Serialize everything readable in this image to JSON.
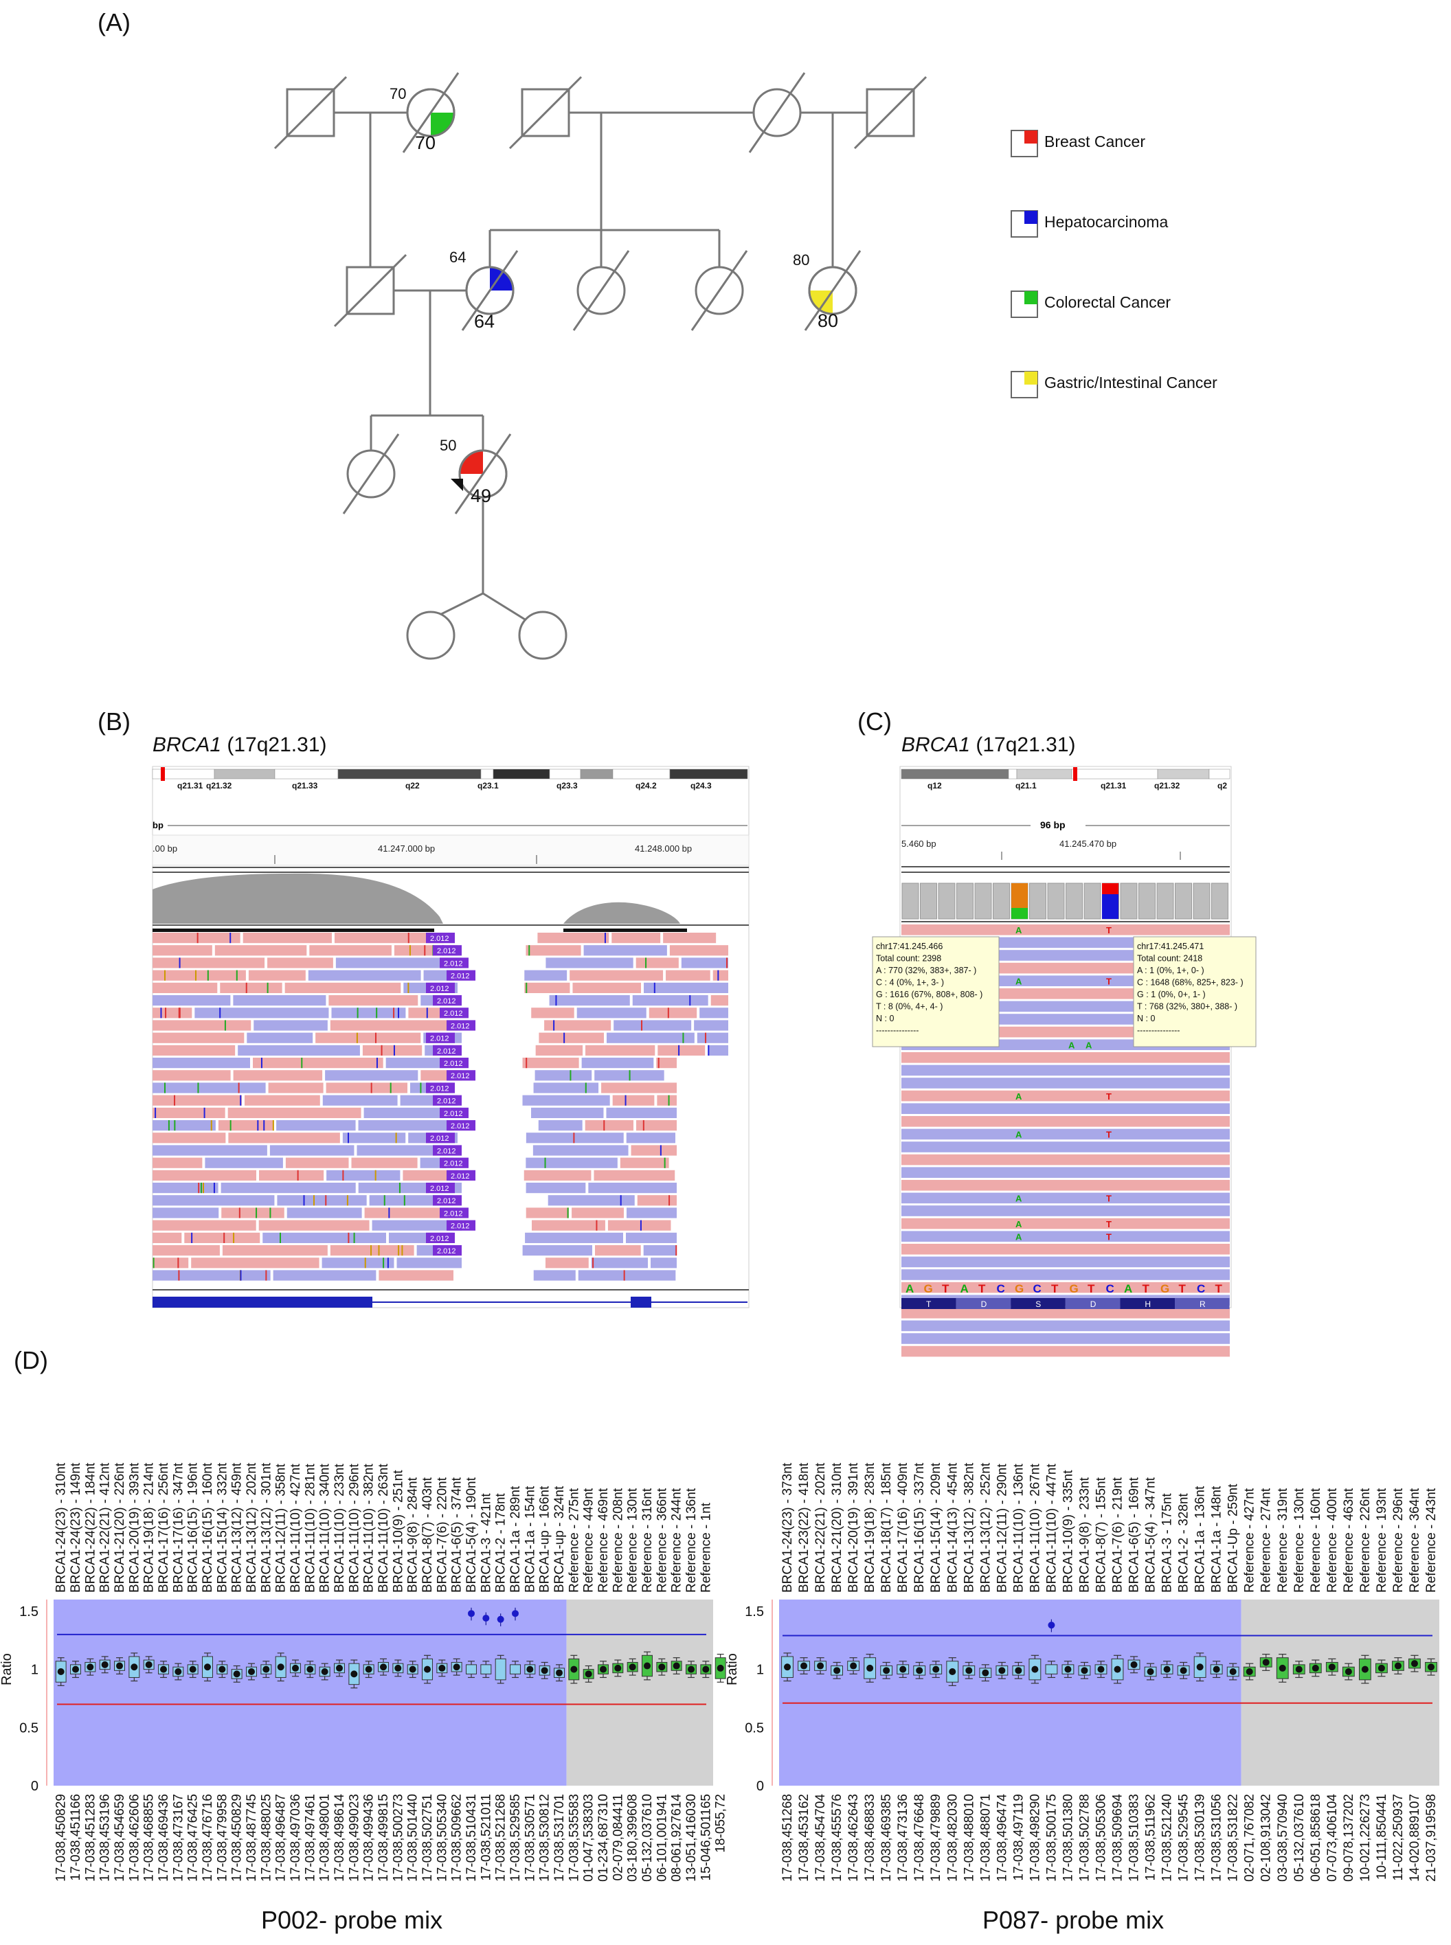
{
  "panels": {
    "a": "(A)",
    "b": "(B)",
    "c": "(C)",
    "d": "(D)"
  },
  "pedigree": {
    "ages": {
      "gm_upper": "70",
      "gm_lower": "70",
      "mother_upper": "64",
      "mother_lower": "64",
      "aunt_upper": "80",
      "aunt_lower": "80",
      "proband_upper": "50",
      "proband_lower": "49"
    }
  },
  "legend": [
    {
      "label": "Breast Cancer",
      "color": "#e8231a"
    },
    {
      "label": "Hepatocarcinoma",
      "color": "#1414d8"
    },
    {
      "label": "Colorectal Cancer",
      "color": "#22c422"
    },
    {
      "label": "Gastric/Intestinal Cancer",
      "color": "#f0e62a"
    }
  ],
  "igv_b": {
    "gene": "BRCA1",
    "locus": " (17q21.31)",
    "bands": [
      "q21.31",
      "q21.32",
      "q21.33",
      "q22",
      "q23.1",
      "q23.3",
      "q24.2",
      "q24.3"
    ],
    "span": "bp",
    "left_tick": ".00 bp",
    "mid_tick": "41.247.000 bp",
    "right_tick": "41.248.000 bp",
    "clip_label": "2.012"
  },
  "igv_c": {
    "gene": "BRCA1",
    "locus": " (17q21.31)",
    "bands": [
      "q12",
      "q21.1",
      "q21.31",
      "q21.32",
      "q2"
    ],
    "span": "96 bp",
    "left_tick": "5.460 bp",
    "mid_tick": "41.245.470 bp",
    "popup1": [
      "chr17:41.245.466",
      "Total count: 2398",
      "A : 770 (32%, 383+, 387- )",
      "C : 4 (0%, 1+, 3- )",
      "G : 1616 (67%, 808+, 808- )",
      "T : 8 (0%, 4+, 4- )",
      "N : 0",
      "---------------"
    ],
    "popup2": [
      "chr17:41.245.471",
      "Total count: 2418",
      "A : 1 (0%, 1+, 0- )",
      "C : 1648 (68%, 825+, 823- )",
      "G : 1 (0%, 0+, 1- )",
      "T : 768 (32%, 380+, 388- )",
      "N : 0",
      "---------------"
    ],
    "sequence": [
      "A",
      "G",
      "T",
      "A",
      "T",
      "C",
      "G",
      "C",
      "T",
      "G",
      "T",
      "C",
      "A",
      "T",
      "G",
      "T",
      "C",
      "T"
    ],
    "amino": [
      "T",
      "D",
      "S",
      "D",
      "H",
      "R"
    ]
  },
  "mlpa_left": {
    "mix_label": "P002- probe mix",
    "ylabel": "Ratio",
    "y_ticks": [
      "1.5",
      "1",
      "0.5",
      "0"
    ],
    "probes": [
      "BRCA1-24(23) - 310nt",
      "BRCA1-24(23) - 149nt",
      "BRCA1-24(22) - 184nt",
      "BRCA1-22(21) - 412nt",
      "BRCA1-21(20) - 226nt",
      "BRCA1-20(19) - 393nt",
      "BRCA1-19(18) - 214nt",
      "BRCA1-17(16) - 256nt",
      "BRCA1-17(16) - 347nt",
      "BRCA1-16(15) - 196nt",
      "BRCA1-16(15) - 160nt",
      "BRCA1-15(14) - 332nt",
      "BRCA1-13(12) - 459nt",
      "BRCA1-13(12) - 202nt",
      "BRCA1-13(12) - 301nt",
      "BRCA1-12(11) - 358nt",
      "BRCA1-11(10) - 427nt",
      "BRCA1-11(10) - 281nt",
      "BRCA1-11(10) - 340nt",
      "BRCA1-11(10) - 233nt",
      "BRCA1-11(10) - 296nt",
      "BRCA1-11(10) - 382nt",
      "BRCA1-11(10) - 263nt",
      "BRCA1-10(9) - 251nt",
      "BRCA1-9(8) - 284nt",
      "BRCA1-8(7) - 403nt",
      "BRCA1-7(6) - 220nt",
      "BRCA1-6(5) - 374nt",
      "BRCA1-5(4) - 190nt",
      "BRCA1-3 - 421nt",
      "BRCA1-2 - 178nt",
      "BRCA1-1a - 289nt",
      "BRCA1-1a - 154nt",
      "BRCA1-up - 166nt",
      "BRCA1-up - 324nt",
      "Reference - 275nt",
      "Reference - 449nt",
      "Reference - 469nt",
      "Reference - 208nt",
      "Reference - 130nt",
      "Reference - 316nt",
      "Reference - 366nt",
      "Reference - 244nt",
      "Reference - 136nt",
      "Reference - 1nt"
    ],
    "coords": [
      "17-038,450829",
      "17-038,451166",
      "17-038,451283",
      "17-038,453196",
      "17-038,454659",
      "17-038,462606",
      "17-038,468855",
      "17-038,469436",
      "17-038,473167",
      "17-038,476425",
      "17-038,476716",
      "17-038,479958",
      "17-038,450829",
      "17-038,487745",
      "17-038,488025",
      "17-038,496487",
      "17-038,497036",
      "17-038,497461",
      "17-038,498001",
      "17-038,498614",
      "17-038,499023",
      "17-038,499436",
      "17-038,499815",
      "17-038,500273",
      "17-038,501440",
      "17-038,502751",
      "17-038,505340",
      "17-038,509662",
      "17-038,510431",
      "17-038,521011",
      "17-038,521268",
      "17-038,529585",
      "17-038,530571",
      "17-038,530812",
      "17-038,531701",
      "17-038,535583",
      "01-047,538303",
      "01-234,687310",
      "02-079,084411",
      "03-180,399608",
      "05-132,037610",
      "06-101,001941",
      "08-061,927614",
      "13-051,416030",
      "15-046,501165",
      "18-055,72"
    ],
    "n_target": 35,
    "values": [
      0.98,
      1.0,
      1.02,
      1.04,
      1.03,
      1.02,
      1.04,
      1.0,
      0.98,
      1.0,
      1.02,
      1.0,
      0.96,
      0.98,
      1.0,
      1.02,
      1.01,
      1.0,
      0.98,
      1.01,
      0.96,
      1.0,
      1.02,
      1.01,
      1.0,
      1.0,
      1.01,
      1.02,
      1.48,
      1.44,
      1.43,
      1.48,
      1.0,
      0.99,
      0.97,
      1.0,
      0.96,
      1.0,
      1.01,
      1.02,
      1.03,
      1.02,
      1.03,
      1.0,
      1.0,
      1.01
    ],
    "upper": 1.3,
    "lower": 0.7,
    "ylim": [
      0,
      1.6
    ]
  },
  "mlpa_right": {
    "mix_label": "P087- probe mix",
    "ylabel": "Ratio",
    "y_ticks": [
      "1.5",
      "1",
      "0.5",
      "0"
    ],
    "probes": [
      "BRCA1-24(23) - 373nt",
      "BRCA1-23(22) - 418nt",
      "BRCA1-22(21) - 202nt",
      "BRCA1-21(20) - 310nt",
      "BRCA1-20(19) - 391nt",
      "BRCA1-19(18) - 283nt",
      "BRCA1-18(17) - 185nt",
      "BRCA1-17(16) - 409nt",
      "BRCA1-16(15) - 337nt",
      "BRCA1-15(14) - 209nt",
      "BRCA1-14(13) - 454nt",
      "BRCA1-13(12) - 382nt",
      "BRCA1-13(12) - 252nt",
      "BRCA1-12(11) - 290nt",
      "BRCA1-11(10) - 136nt",
      "BRCA1-11(10) - 267nt",
      "BRCA1-11(10) - 447nt",
      "BRCA1-10(9) - 335nt",
      "BRCA1-9(8) - 233nt",
      "BRCA1-8(7) - 155nt",
      "BRCA1-7(6) - 219nt",
      "BRCA1-6(5) - 169nt",
      "BRCA1-5(4) - 347nt",
      "BRCA1-3 - 175nt",
      "BRCA1-2 - 328nt",
      "BRCA1-1a - 136nt",
      "BRCA1-1a - 148nt",
      "BRCA1-Up - 259nt",
      "Reference - 427nt",
      "Reference - 274nt",
      "Reference - 319nt",
      "Reference - 130nt",
      "Reference - 160nt",
      "Reference - 400nt",
      "Reference - 463nt",
      "Reference - 226nt",
      "Reference - 193nt",
      "Reference - 296nt",
      "Reference - 364nt",
      "Reference - 243nt"
    ],
    "coords": [
      "17-038,451268",
      "17-038,453162",
      "17-038,454704",
      "17-038,455576",
      "17-038,462643",
      "17-038,468833",
      "17-038,469385",
      "17-038,473136",
      "17-038,476648",
      "17-038,479889",
      "17-038,482030",
      "17-038,488010",
      "17-038,488071",
      "17-038,496474",
      "17-038,497119",
      "17-038,498290",
      "17-038,500175",
      "17-038,501380",
      "17-038,502788",
      "17-038,505306",
      "17-038,509694",
      "17-038,510383",
      "17-038,511962",
      "17-038,521240",
      "17-038,529545",
      "17-038,530139",
      "17-038,531056",
      "17-038,531822",
      "02-071,767082",
      "02-108,913042",
      "03-038,570940",
      "05-132,037610",
      "06-051,858618",
      "07-073,406104",
      "09-078,137202",
      "10-021,226273",
      "10-111,850441",
      "11-022,250937",
      "14-020,889107",
      "21-037,919598"
    ],
    "n_target": 28,
    "values": [
      1.02,
      1.03,
      1.03,
      0.99,
      1.03,
      1.01,
      0.99,
      1.0,
      0.99,
      1.0,
      0.98,
      0.99,
      0.97,
      0.99,
      0.99,
      1.0,
      1.38,
      1.0,
      0.99,
      1.0,
      1.0,
      1.04,
      0.98,
      1.0,
      0.99,
      1.02,
      1.0,
      0.98,
      0.98,
      1.06,
      1.01,
      1.0,
      1.01,
      1.02,
      0.98,
      1.0,
      1.01,
      1.03,
      1.05,
      1.02
    ],
    "upper": 1.29,
    "lower": 0.71,
    "ylim": [
      0,
      1.6
    ]
  }
}
